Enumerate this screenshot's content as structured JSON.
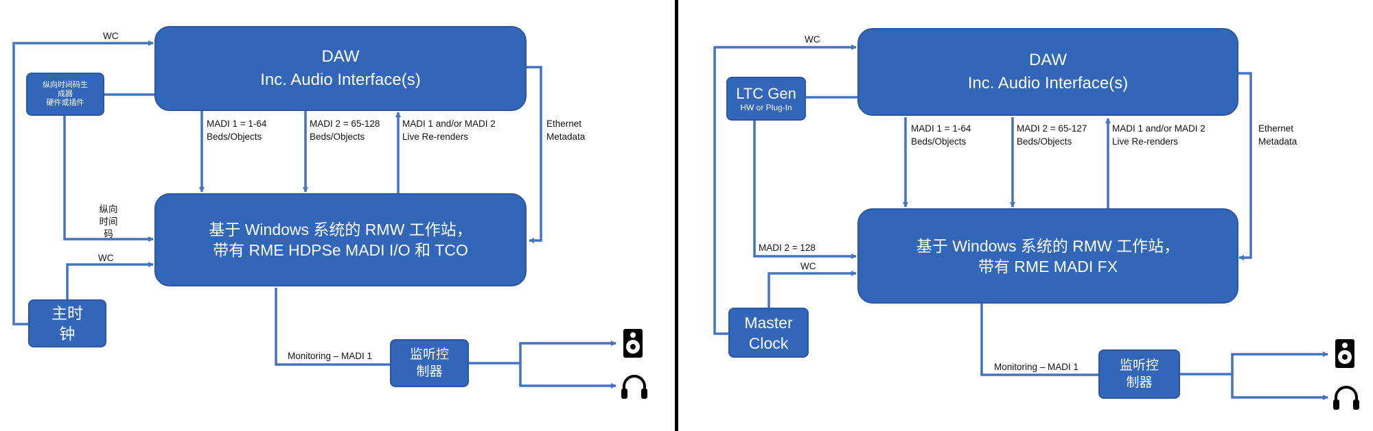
{
  "left": {
    "daw": {
      "line1": "DAW",
      "line2": "Inc. Audio Interface(s)"
    },
    "ltc": {
      "line1": "纵向时间码生",
      "line2": "成器",
      "line3": "硬件或插件"
    },
    "rmw": {
      "line1": "基于 Windows 系统的 RMW 工作站，",
      "line2": "带有 RME HDPSe MADI I/O 和 TCO"
    },
    "master_clock": {
      "line1": "主时",
      "line2": "钟"
    },
    "monitor_ctrl": {
      "line1": "监听控",
      "line2": "制器"
    },
    "labels": {
      "wc_top": "WC",
      "wc_mid": "WC",
      "madi1_a": "MADI 1 = 1-64",
      "madi1_b": "Beds/Objects",
      "madi2_a": "MADI 2 = 65-128",
      "madi2_b": "Beds/Objects",
      "rerender_a": "MADI 1 and/or MADI 2",
      "rerender_b": "Live Re-renders",
      "eth_a": "Ethernet",
      "eth_b": "Metadata",
      "ltc_v1": "纵向",
      "ltc_v2": "时间",
      "ltc_v3": "码",
      "monitoring": "Monitoring – MADI 1"
    }
  },
  "right": {
    "daw": {
      "line1": "DAW",
      "line2": "Inc. Audio Interface(s)"
    },
    "ltc": {
      "line1": "LTC Gen",
      "line2": "HW or Plug-In"
    },
    "rmw": {
      "line1": "基于 Windows 系统的 RMW 工作站，",
      "line2": "带有 RME MADI FX"
    },
    "master_clock": {
      "line1": "Master",
      "line2": "Clock"
    },
    "monitor_ctrl": {
      "line1": "监听控",
      "line2": "制器"
    },
    "labels": {
      "wc_top": "WC",
      "wc_mid": "WC",
      "madi1_a": "MADI 1 = 1-64",
      "madi1_b": "Beds/Objects",
      "madi2_a": "MADI 2 = 65-127",
      "madi2_b": "Beds/Objects",
      "rerender_a": "MADI 1 and/or MADI 2",
      "rerender_b": "Live Re-renders",
      "eth_a": "Ethernet",
      "eth_b": "Metadata",
      "madi2_ltc": "MADI 2 =  128",
      "monitoring": "Monitoring – MADI 1"
    }
  },
  "colors": {
    "box_fill": "#3266b8",
    "box_border": "#2a579f",
    "line": "#4472c4",
    "divider": "#000000"
  },
  "icons": [
    "speaker-icon",
    "headphones-icon"
  ]
}
